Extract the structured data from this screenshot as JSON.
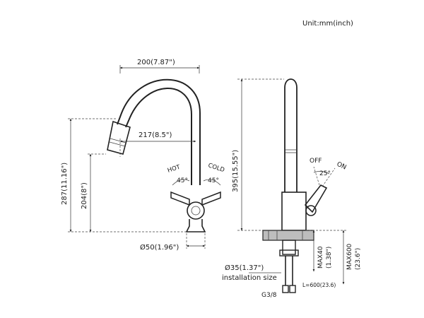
{
  "unit_label": "Unit:mm(inch)",
  "front_view": {
    "width_spout": "200(7.87\")",
    "reach": "217(8.5\")",
    "total_height": "287(11.16\")",
    "spout_height": "204(8\")",
    "hot_label": "HOT",
    "hot_angle": "45°",
    "cold_label": "COLD",
    "cold_angle": "45°",
    "base_diameter": "Ø50(1.96\")"
  },
  "side_view": {
    "height": "395(15.55\")",
    "off_label": "OFF",
    "on_label": "ON",
    "lever_angle": "25°",
    "hole_diameter": "Ø35(1.37\")",
    "installation_size": "installation size",
    "max_thickness_mm": "MAX40",
    "max_thickness_in": "(1.38\")",
    "max_length_mm": "MAX600",
    "max_length_in": "(23.6\")",
    "thread": "G3/8",
    "hose_length": "L=600(23.6)"
  }
}
